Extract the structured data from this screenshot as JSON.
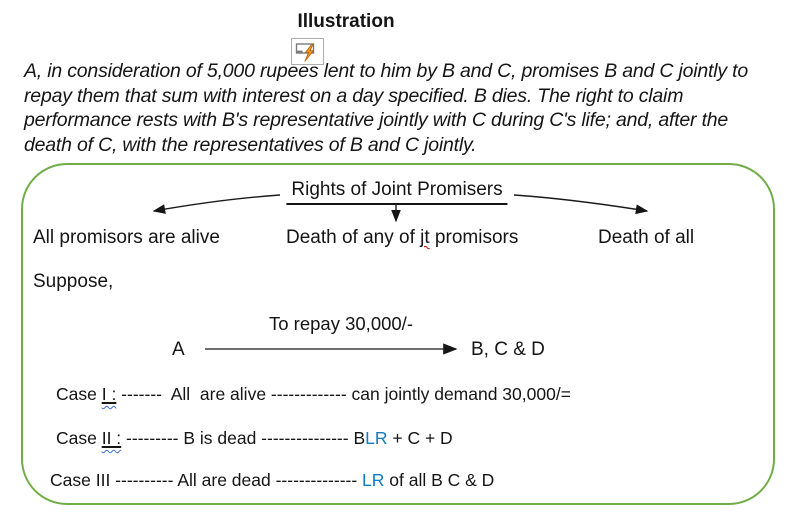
{
  "title": "Illustration",
  "intro_paragraph": "A, in consideration of 5,000 rupees lent to him by B and C, promises B and C jointly to repay them that sum with interest on a day specified. B dies. The right to claim performance rests with B's representative jointly with C during C's life; and, after the death of C, with the representatives of B and C jointly.",
  "diagram": {
    "heading": "Rights of Joint Promisers",
    "branch_left": "All promisors are alive",
    "branch_middle_pre": "Death of any of ",
    "branch_middle_typo": "jt",
    "branch_middle_post": " promisors",
    "branch_right": "Death of all",
    "suppose": "Suppose,",
    "repay_label": "To repay 30,000/-",
    "arrow_from": "A",
    "arrow_to": "B, C & D",
    "cases": {
      "case1": {
        "prefix": "Case ",
        "numeral": "I :",
        "mid": " -------  All  are alive ------------- can jointly demand 30,000/=",
        "lr": "",
        "suffix": ""
      },
      "case2": {
        "prefix": "Case ",
        "numeral": "II :",
        "mid": " --------- B is dead --------------- B",
        "lr": "LR",
        "suffix": " + C + D"
      },
      "case3": {
        "prefix": "Case III ---------- All are dead -------------- ",
        "numeral": "",
        "mid": "",
        "lr": "LR",
        "suffix": " of all B C & D"
      }
    }
  },
  "icons": {
    "autocorrect": "autocorrect-options-lightning"
  },
  "colors": {
    "box_border": "#70AD47",
    "lr_text": "#0F7CC2",
    "spell_squiggle": "#CC0000",
    "grammar_squiggle": "#3B6FD4",
    "bolt_fill": "#F59A23",
    "bolt_stroke": "#B65D08"
  }
}
